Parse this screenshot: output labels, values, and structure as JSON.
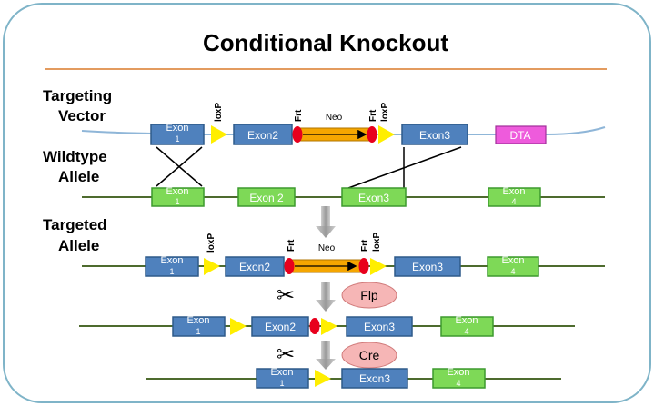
{
  "title": "Conditional Knockout",
  "colors": {
    "frame": "#7fb4c8",
    "divider": "#e39b5f",
    "blue_box": "#4f81bd",
    "blue_box_stroke": "#2f5a8a",
    "green_box": "#7ed957",
    "green_box_stroke": "#3d9a2f",
    "dta_box": "#ee5bdc",
    "neo_bar": "#f5a600",
    "frt_oval": "#e8001d",
    "loxp": "#ffee00",
    "enzyme_fill": "#f6b6b6",
    "vector_line": "#8fb6d8",
    "genome_line": "#4e6b2e"
  },
  "rows": {
    "targeting_vector": {
      "label": "Targeting Vector",
      "exon1": "Exon 1",
      "loxp": "loxP",
      "exon2": "Exon2",
      "frt_left": "Frt",
      "neo": "Neo",
      "frt_right": "Frt",
      "loxp_right": "loxP",
      "exon3": "Exon3",
      "dta": "DTA"
    },
    "wildtype_allele": {
      "label": "Wildtype Allele",
      "exon1": "Exon 1",
      "exon2": "Exon 2",
      "exon3": "Exon3",
      "exon4": "Exon 4"
    },
    "targeted_allele": {
      "label": "Targeted Allele",
      "exon1": "Exon 1",
      "loxp": "loxP",
      "exon2": "Exon2",
      "frt_left": "Frt",
      "neo": "Neo",
      "frt_right": "Frt",
      "loxp_right": "loxP",
      "exon3": "Exon3",
      "exon4": "Exon 4"
    },
    "after_flp": {
      "exon1": "Exon 1",
      "exon2": "Exon2",
      "exon3": "Exon3",
      "exon4": "Exon 4"
    },
    "after_cre": {
      "exon1": "Exon 1",
      "exon3": "Exon3",
      "exon4": "Exon 4"
    }
  },
  "enzymes": {
    "flp": "Flp",
    "cre": "Cre"
  },
  "icons": {
    "scissors_1": "scissors-icon",
    "scissors_2": "scissors-icon"
  }
}
